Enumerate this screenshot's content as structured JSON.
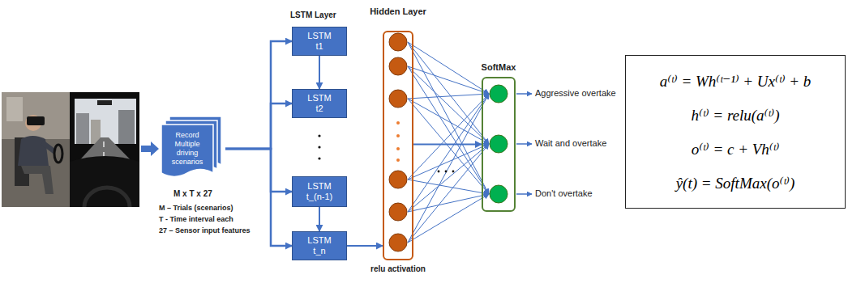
{
  "diagram": {
    "nodes": [
      {
        "text": [
          "Record Multiple driving scenarios"
        ]
      },
      {
        "text": [
          "LSTM t1"
        ]
      },
      {
        "text": [
          "LSTM t2"
        ]
      },
      {
        "text": [
          "LSTM t_(n-1)"
        ]
      },
      {
        "text": [
          "LSTM t_n"
        ]
      },
      {
        "text": [
          "Hidden Layer",
          "relu activation"
        ]
      },
      {
        "text": [
          "SoftMax"
        ]
      },
      {
        "text": [
          "a⁽ᵗ⁾ = Wh⁽ᵗ⁻¹⁾ + Ux⁽ᵗ⁾ + b",
          "h⁽ᵗ⁾ = relu(a⁽ᵗ⁾)",
          "o⁽ᵗ⁾ = c + Vh⁽ᵗ⁾",
          "ŷ(t) = SoftMax(o⁽ᵗ⁾)"
        ]
      }
    ],
    "edges": [
      {
        "from": 0,
        "to": 1,
        "arrow": "to"
      },
      {
        "from": 0,
        "to": 2,
        "arrow": "to"
      },
      {
        "from": 0,
        "to": 3,
        "arrow": "to"
      },
      {
        "from": 0,
        "to": 4,
        "arrow": "to"
      },
      {
        "from": 1,
        "to": 2,
        "arrow": "to"
      },
      {
        "from": 3,
        "to": 4,
        "arrow": "to"
      },
      {
        "from": 4,
        "to": 5,
        "arrow": "to"
      },
      {
        "from": 5,
        "to": 6,
        "arrow": "to"
      }
    ],
    "labels": [
      "LSTM Layer",
      "M x T x 27",
      "M – Trials (scenarios)",
      "T - Time interval each",
      "27 – Sensor input features",
      "Aggressive overtake",
      "Wait and overtake",
      "Don't overtake"
    ]
  }
}
